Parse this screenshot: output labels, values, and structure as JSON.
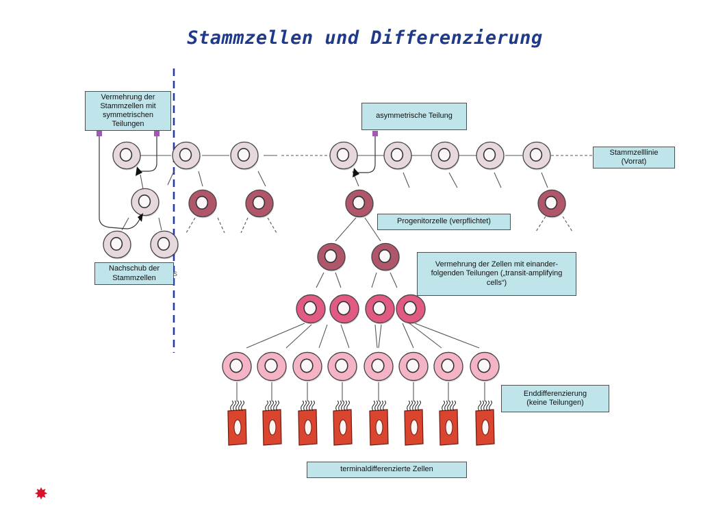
{
  "title": "Stammzellen und Differenzierung",
  "labels": {
    "symmetric": "Vermehrung der\nStammzellen mit\nsymmetrischen Teilungen",
    "asymmetric": "asymmetrische Teilung",
    "stem_line": "Stammzelllinie\n(Vorrat)",
    "progenitor": "Progenitorzelle (verpflichtet)",
    "transit": "Vermehrung der Zellen mit einander-\nfolgenden Teilungen („transit-amplifying\ncells“)",
    "supply": "Nachschub der\nStammzellen",
    "end_diff": "Enddifferenzierung\n(keine Teilungen)",
    "terminal": "terminaldifferenzierte Zellen"
  },
  "stray_text": "s",
  "colors": {
    "title": "#1f3a8a",
    "divider": "#2b3a9b",
    "box_fill": "#bfe4ea",
    "stem_fill": "#e6d8dc",
    "progenitor_fill": "#b0566b",
    "transit_fill": "#e05a82",
    "end_fill": "#f4b4c6",
    "terminal_fill": "#d9452e",
    "marker": "#a05ab4",
    "star": "#d9102a"
  }
}
